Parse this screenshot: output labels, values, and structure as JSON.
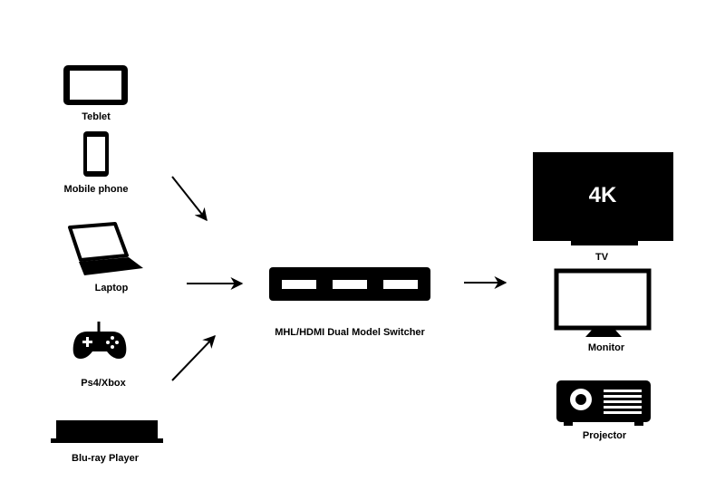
{
  "sources": [
    {
      "label": "Teblet",
      "icon": "tablet-icon"
    },
    {
      "label": "Mobile phone",
      "icon": "mobile-phone-icon"
    },
    {
      "label": "Laptop",
      "icon": "laptop-icon"
    },
    {
      "label": "Ps4/Xbox",
      "icon": "gamepad-icon"
    },
    {
      "label": "Blu-ray Player",
      "icon": "bluray-player-icon"
    }
  ],
  "switcher": {
    "label": "MHL/HDMI Dual Model Switcher",
    "icon": "switcher-icon"
  },
  "outputs": [
    {
      "label": "TV",
      "badge": "4K",
      "icon": "tv-icon"
    },
    {
      "label": "Monitor",
      "icon": "monitor-icon"
    },
    {
      "label": "Projector",
      "icon": "projector-icon"
    }
  ],
  "colors": {
    "ink": "#000000",
    "background": "#ffffff"
  }
}
